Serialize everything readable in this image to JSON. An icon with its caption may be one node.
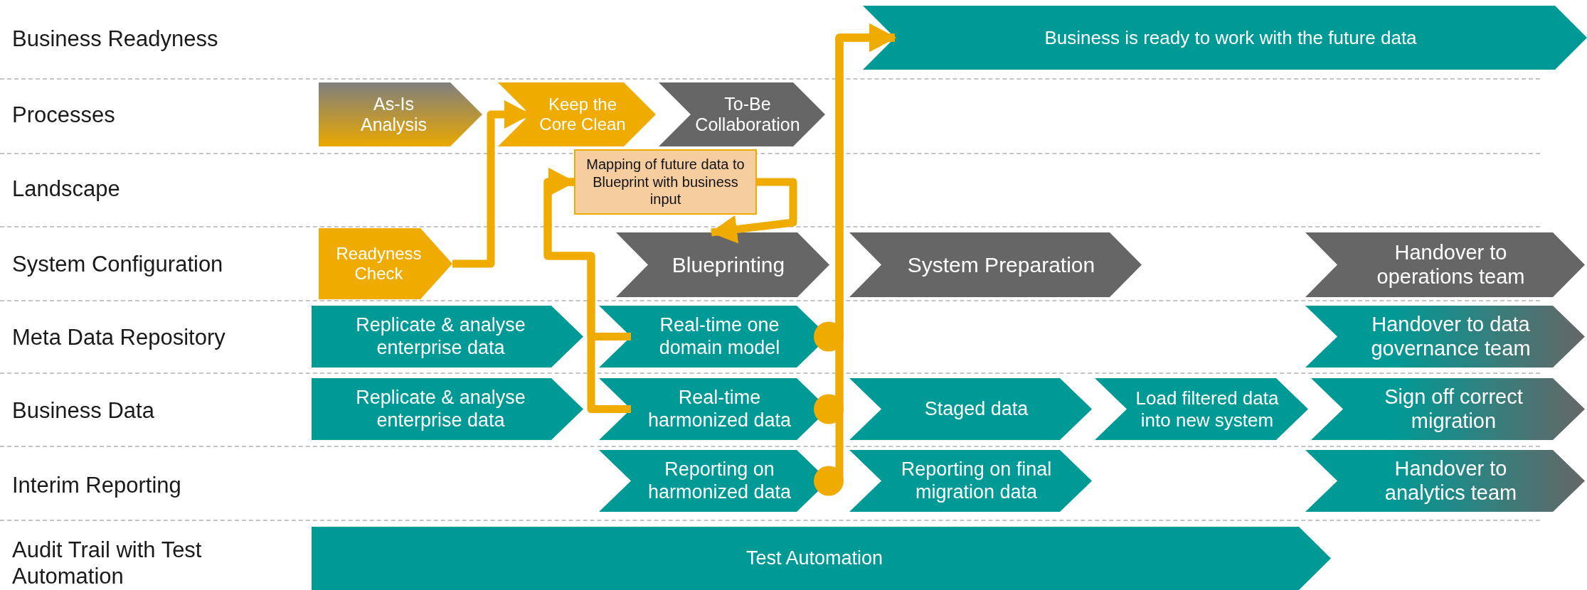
{
  "diagram": {
    "nodes": [
      {
        "text": [
          "Business is ready to work with the future data"
        ]
      },
      {
        "text": [
          "As-Is Analysis"
        ]
      },
      {
        "text": [
          "Keep the Core Clean"
        ]
      },
      {
        "text": [
          "To-Be Collaboration"
        ]
      },
      {
        "text": [
          "Mapping of future data to Blueprint with business input"
        ]
      },
      {
        "text": [
          "Readyness Check"
        ]
      },
      {
        "text": [
          "Blueprinting"
        ]
      },
      {
        "text": [
          "System Preparation"
        ]
      },
      {
        "text": [
          "Handover to operations team"
        ]
      },
      {
        "text": [
          "Replicate & analyse enterprise data"
        ]
      },
      {
        "text": [
          "Real-time one domain model"
        ]
      },
      {
        "text": [
          "Handover to data governance team"
        ]
      },
      {
        "text": [
          "Replicate & analyse enterprise data"
        ]
      },
      {
        "text": [
          "Real-time harmonized data"
        ]
      },
      {
        "text": [
          "Staged data"
        ]
      },
      {
        "text": [
          "Load filtered data into new system"
        ]
      },
      {
        "text": [
          "Sign off correct migration"
        ]
      },
      {
        "text": [
          "Reporting on harmonized data"
        ]
      },
      {
        "text": [
          "Reporting on final migration data"
        ]
      },
      {
        "text": [
          "Handover to analytics team"
        ]
      },
      {
        "text": [
          "Test Automation"
        ]
      }
    ],
    "edges": [
      {
        "from": 5,
        "to": 2,
        "arrow": "to"
      },
      {
        "from": 10,
        "to": 4,
        "arrow": "to"
      },
      {
        "from": 13,
        "to": 4,
        "arrow": "to"
      },
      {
        "from": 4,
        "to": 6,
        "arrow": "to"
      },
      {
        "from": 10,
        "to": 0,
        "arrow": "to"
      },
      {
        "from": 13,
        "to": 0,
        "arrow": "to"
      },
      {
        "from": 17,
        "to": 0,
        "arrow": "to"
      }
    ],
    "labels": [
      "Business Readyness",
      "Processes",
      "Landscape",
      "System Configuration",
      "Meta Data Repository",
      "Business Data",
      "Interim Reporting",
      "Audit Trail with Test Automation"
    ]
  }
}
